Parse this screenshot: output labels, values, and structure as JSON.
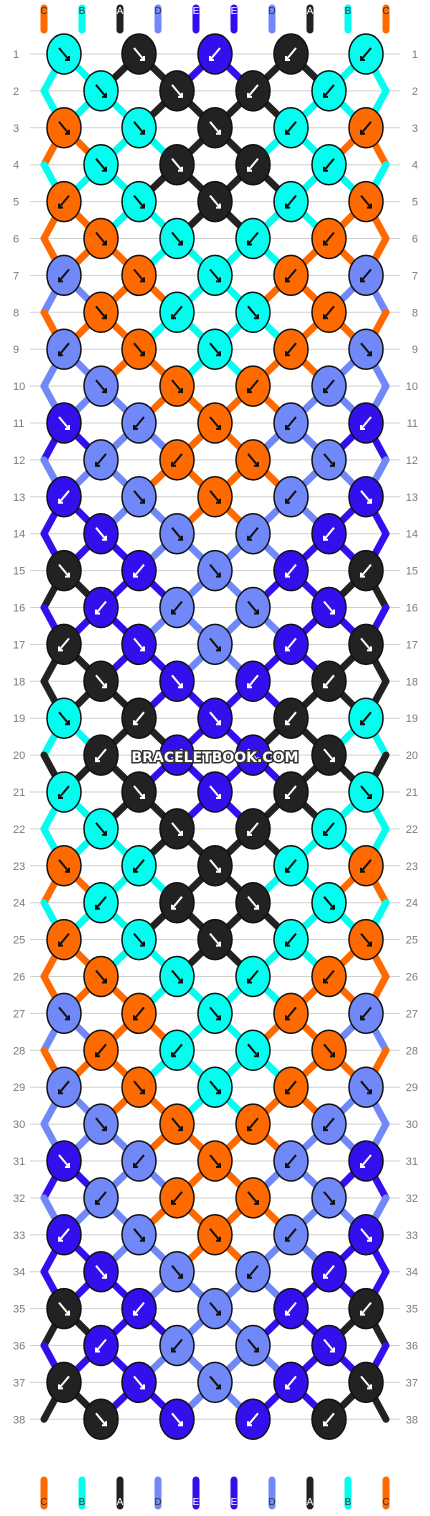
{
  "watermark": "BRACELETBOOK.COM",
  "colors": {
    "A": "#222222",
    "B": "#00ffee",
    "C": "#ff6a00",
    "D": "#7088f8",
    "E": "#3210ee"
  },
  "strings": {
    "top": [
      "C",
      "B",
      "A",
      "D",
      "E",
      "E",
      "D",
      "A",
      "B",
      "C"
    ],
    "bottom": [
      "C",
      "B",
      "A",
      "D",
      "E",
      "E",
      "D",
      "A",
      "B",
      "C"
    ]
  },
  "row_labels": [
    "1",
    "2",
    "3",
    "4",
    "5",
    "6",
    "7",
    "8",
    "9",
    "10",
    "11",
    "12",
    "13",
    "14",
    "15",
    "16",
    "17",
    "18",
    "19",
    "20",
    "21",
    "22",
    "23",
    "24",
    "25",
    "26",
    "27",
    "28",
    "29",
    "30",
    "31",
    "32",
    "33",
    "34",
    "35",
    "36",
    "37",
    "38"
  ],
  "knot_rows": [
    {
      "row": 1,
      "knots": [
        "B:dr",
        "A:dr",
        "E:dl",
        "A:dl",
        "B:dl"
      ]
    },
    {
      "row": 2,
      "knots": [
        "B:dr",
        "A:dr",
        "A:dl",
        "B:dl"
      ]
    },
    {
      "row": 3,
      "knots": [
        "C:dr",
        "B:dr",
        "A:dr",
        "B:dl",
        "C:dl"
      ]
    },
    {
      "row": 4,
      "knots": [
        "B:dr",
        "A:dr",
        "A:dl",
        "B:dl"
      ]
    },
    {
      "row": 5,
      "knots": [
        "C:dl",
        "B:dr",
        "A:dr",
        "B:dl",
        "C:dr"
      ]
    },
    {
      "row": 6,
      "knots": [
        "C:dr",
        "B:dr",
        "B:dl",
        "C:dl"
      ]
    },
    {
      "row": 7,
      "knots": [
        "D:dl",
        "C:dr",
        "B:dr",
        "C:dl",
        "D:dl"
      ]
    },
    {
      "row": 8,
      "knots": [
        "C:dr",
        "B:dl",
        "B:dr",
        "C:dl"
      ]
    },
    {
      "row": 9,
      "knots": [
        "D:dl",
        "C:dr",
        "B:dr",
        "C:dl",
        "D:dr"
      ]
    },
    {
      "row": 10,
      "knots": [
        "D:dr",
        "C:dr",
        "C:dl",
        "D:dl"
      ]
    },
    {
      "row": 11,
      "knots": [
        "E:dr",
        "D:dl",
        "C:dr",
        "D:dl",
        "E:dl"
      ]
    },
    {
      "row": 12,
      "knots": [
        "D:dl",
        "C:dl",
        "C:dr",
        "D:dr"
      ]
    },
    {
      "row": 13,
      "knots": [
        "E:dl",
        "D:dr",
        "C:dr",
        "D:dl",
        "E:dr"
      ]
    },
    {
      "row": 14,
      "knots": [
        "E:dr",
        "D:dr",
        "D:dl",
        "E:dl"
      ]
    },
    {
      "row": 15,
      "knots": [
        "A:dr",
        "E:dl",
        "D:dr",
        "E:dl",
        "A:dl"
      ]
    },
    {
      "row": 16,
      "knots": [
        "E:dl",
        "D:dl",
        "D:dr",
        "E:dr"
      ]
    },
    {
      "row": 17,
      "knots": [
        "A:dl",
        "E:dr",
        "D:dr",
        "E:dl",
        "A:dr"
      ]
    },
    {
      "row": 18,
      "knots": [
        "A:dr",
        "E:dr",
        "E:dl",
        "A:dl"
      ]
    },
    {
      "row": 19,
      "knots": [
        "B:dr",
        "A:dl",
        "E:dr",
        "A:dl",
        "B:dl"
      ]
    },
    {
      "row": 20,
      "knots": [
        "A:dl",
        "E:dl",
        "E:dr",
        "A:dr"
      ]
    },
    {
      "row": 21,
      "knots": [
        "B:dl",
        "A:dr",
        "E:dr",
        "A:dl",
        "B:dr"
      ]
    },
    {
      "row": 22,
      "knots": [
        "B:dr",
        "A:dr",
        "A:dl",
        "B:dl"
      ]
    },
    {
      "row": 23,
      "knots": [
        "C:dr",
        "B:dl",
        "A:dr",
        "B:dl",
        "C:dl"
      ]
    },
    {
      "row": 24,
      "knots": [
        "B:dl",
        "A:dl",
        "A:dr",
        "B:dr"
      ]
    },
    {
      "row": 25,
      "knots": [
        "C:dl",
        "B:dr",
        "A:dr",
        "B:dl",
        "C:dr"
      ]
    },
    {
      "row": 26,
      "knots": [
        "C:dr",
        "B:dr",
        "B:dl",
        "C:dl"
      ]
    },
    {
      "row": 27,
      "knots": [
        "D:dr",
        "C:dl",
        "B:dr",
        "C:dl",
        "D:dl"
      ]
    },
    {
      "row": 28,
      "knots": [
        "C:dl",
        "B:dl",
        "B:dr",
        "C:dr"
      ]
    },
    {
      "row": 29,
      "knots": [
        "D:dl",
        "C:dr",
        "B:dr",
        "C:dl",
        "D:dr"
      ]
    },
    {
      "row": 30,
      "knots": [
        "D:dr",
        "C:dr",
        "C:dl",
        "D:dl"
      ]
    },
    {
      "row": 31,
      "knots": [
        "E:dr",
        "D:dl",
        "C:dr",
        "D:dl",
        "E:dl"
      ]
    },
    {
      "row": 32,
      "knots": [
        "D:dl",
        "C:dl",
        "C:dr",
        "D:dr"
      ]
    },
    {
      "row": 33,
      "knots": [
        "E:dl",
        "D:dr",
        "C:dr",
        "D:dl",
        "E:dr"
      ]
    },
    {
      "row": 34,
      "knots": [
        "E:dr",
        "D:dr",
        "D:dl",
        "E:dl"
      ]
    },
    {
      "row": 35,
      "knots": [
        "A:dr",
        "E:dl",
        "D:dr",
        "E:dl",
        "A:dl"
      ]
    },
    {
      "row": 36,
      "knots": [
        "E:dl",
        "D:dl",
        "D:dr",
        "E:dr"
      ]
    },
    {
      "row": 37,
      "knots": [
        "A:dl",
        "E:dr",
        "D:dr",
        "E:dl",
        "A:dr"
      ]
    },
    {
      "row": 38,
      "knots": [
        "A:dr",
        "E:dr",
        "E:dl",
        "A:dl"
      ]
    }
  ]
}
